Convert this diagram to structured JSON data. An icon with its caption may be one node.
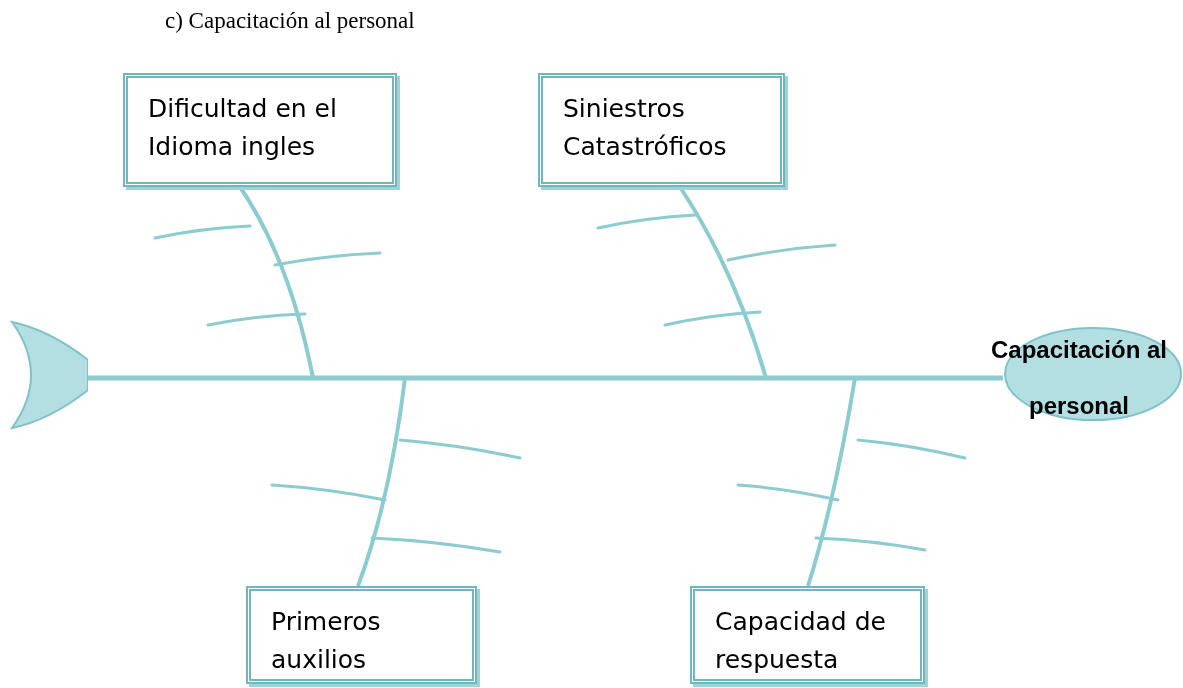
{
  "diagram": {
    "title": "c) Capacitación al personal",
    "nodes": [
      {
        "text": [
          "Dificultad en el Idioma ingles"
        ]
      },
      {
        "text": [
          "Siniestros Catastróficos"
        ]
      },
      {
        "text": [],
        "shape": "crescent"
      },
      {
        "text": [
          "Capacitación al personal"
        ]
      },
      {
        "text": [
          "Primeros auxilios"
        ]
      },
      {
        "text": [
          "Capacidad de respuesta"
        ]
      }
    ],
    "edges": [
      {
        "from": 2,
        "to": 3,
        "arrow": "none"
      },
      {
        "from": 0,
        "to": null,
        "arrow": "none"
      },
      {
        "from": 1,
        "to": null,
        "arrow": "none"
      },
      {
        "from": 4,
        "to": null,
        "arrow": "none"
      },
      {
        "from": 5,
        "to": null,
        "arrow": "none"
      }
    ]
  }
}
